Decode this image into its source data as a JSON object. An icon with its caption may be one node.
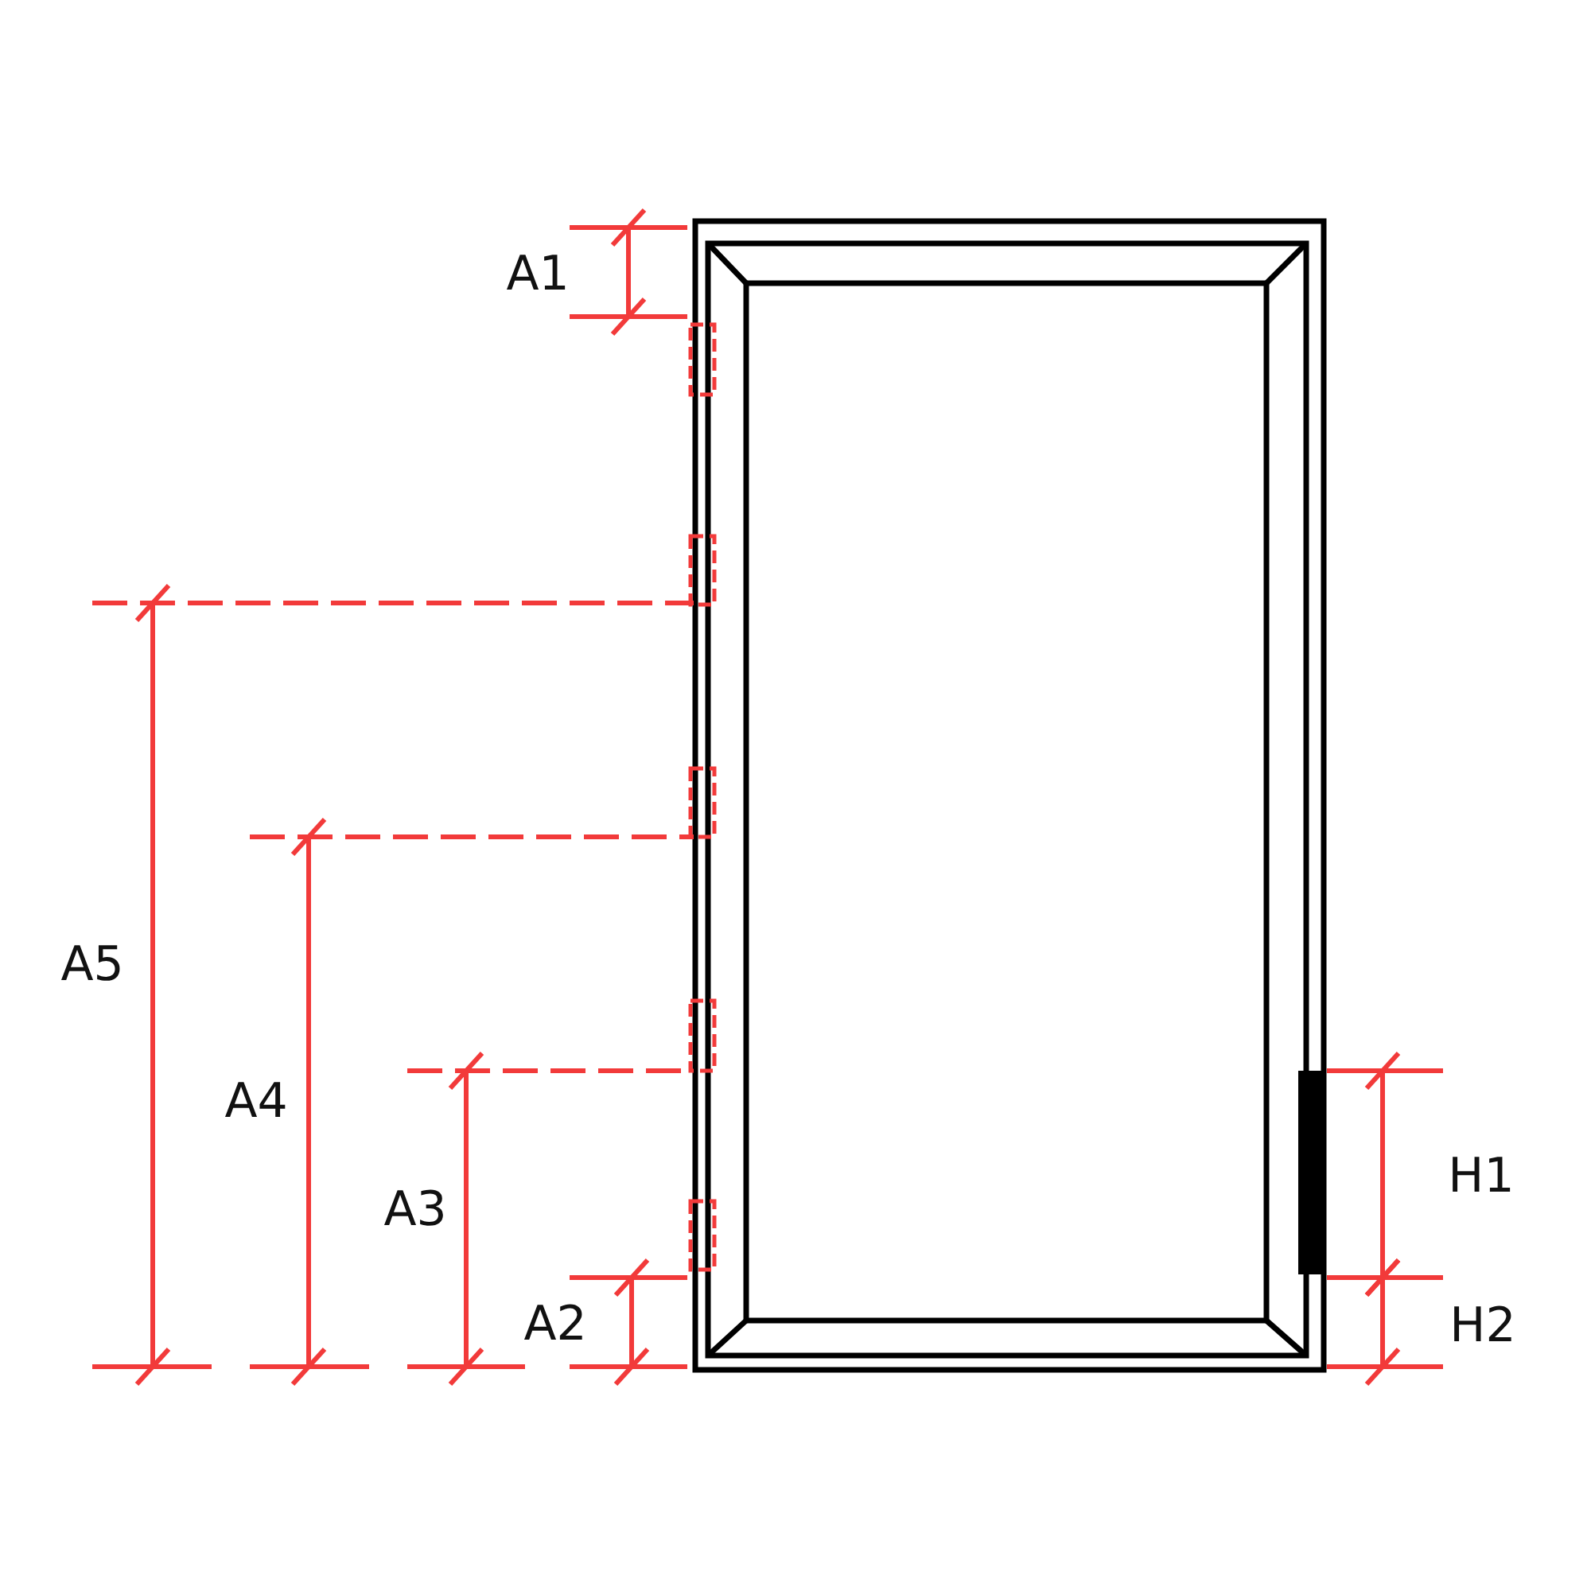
{
  "diagram": {
    "labels": [
      "A1",
      "A2",
      "A3",
      "A4",
      "A5",
      "H1",
      "H2"
    ]
  }
}
